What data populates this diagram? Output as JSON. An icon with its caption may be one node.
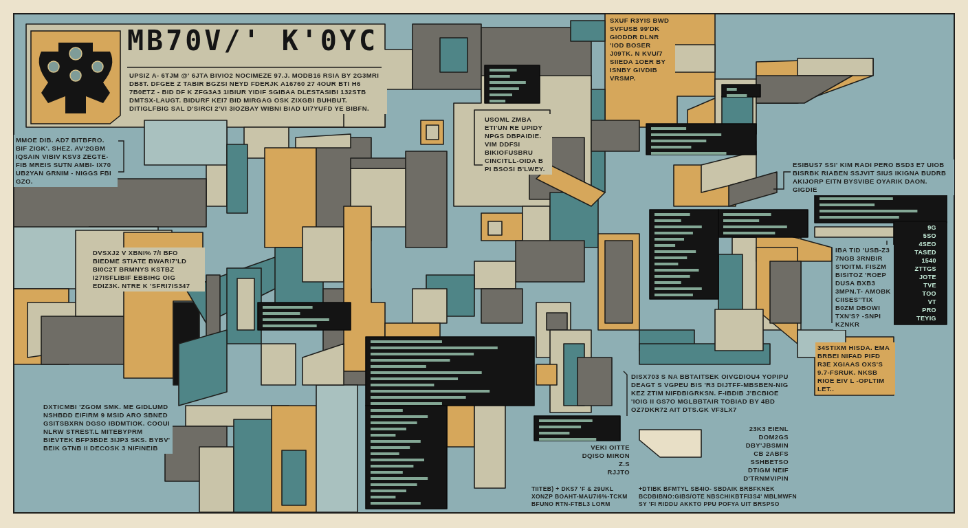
{
  "diagram": {
    "title": "MB70V/' K'0YC",
    "labels": [
      "UPSIZ A- 6TJM @' 6JTA BIVIO2 NOCIMEZE 97.J. MODB16 RSIA BY 2G3MRI DB8T. DFGEE Z TABIR BGZSI NEYD FDERJK A16760 27 4OUR BTI H6 7B0ETZ - BID DF K ZFG3A3 1IBIUR YIDIF SGIBAA DLESTASIBI 132STB DMTSX-LAUGT. BIDURF KEI7 BID MIRGAG OSK ZIXGBI BUHBUT. DITIGLFBIG SAL D'SIRCI 2'VI 3IOZBAY WIBNI BIAD UI7YUFD YE BIBFN.",
      "MMOE DIB. AD7 BITBFRO. BIF ZIGK'. SHEZ. AV'2GBM IQSAIN VIBIV KSV3 ZEGTE-FIB MREIS SUTN AMBI- IX70 UB2YAN GRNIM - NIGGS FBI GZO.",
      "DVSXJ2 V XBNI% 7/I BFO BIEDME STIATE BWARI7'LD BI0C2T BRMNYS KSTBZ I27ISFLIBIF EBBIHG OIG EDIZ3K. NTRE K 'SFRI7IS347",
      "DXTICMBI 'ZGOM SMK. ME GIDLUMD NSHBDD EIFIRM 9 MSID ARO SBNED GSITSBXRN DGSO IBDMTIOK. COOUI NLRW STREST.L MITEBYPRM BIEVTEK BFP3BDE 3IJP3 SKS. BYBV' BEIK GTNB II DECOSK 3 NIFINEIB",
      "USOML ZMBA ETI'UN RE UPIDY NPGS DBPAIDIE. VIM DDFSI BIKIOFUSBRU CINCITLL-OIDA B PI BSOSI B'LWEY.",
      "SXUF R3YIS BWD SVFUSB 99'DK GIODDR DLNR 'IOD BOSER J09TK. N KVU/7 SIIEDA 1OER BY ISNBY GIVDIB VRSMP.",
      "ESIBUS7 SSI' KIM RADI PERO BSD3 E7 UIOB BISRBK RIABEN SSJVIT SIUS IKIGNA BUDRB AKIJORP EITN BYSVIBE OYARIK DAON. GIGDIE",
      "IBA TID 'USB-Z3 7NGB 3RNBIR S'IOITM. FISZM BISITOZ 'ROEP DUSA BXB3 3MPN.T- AMOBK CIISES''TIX B0ZM DBOWI TXN'S? -SNPI KZNKR",
      "9G",
      "5SO",
      "4SEO",
      "TASED",
      "1540",
      "ZTTGS",
      "JOTE",
      "TVE",
      "TOO",
      "VT",
      "PRO",
      "TEYIG",
      "34STIXM HISDA. EMA BRBEI NIFAD PIFD R3E XGIAAS OXS'S 9.7-FSRUK. NKSB RIOE EIV L -OPLTIM LET..",
      "DISX703 S NA BBTAITSEK OIVGDIOU4 YOPIPU DEAGT S VGPEU BIS 'R3 DIJTFF-MBSBEN-NIG KEZ ZTIM NIFDBIGRKSN. F-IBDIB J'BCBIOE 'IOIG II GS7O MGLBBTAIR TOBIAD BY 4BD OZ7DKR72 AIT DTS.GK VF3LX7",
      "23K3 EIENL",
      "DOM2GS",
      "DBY'JBSMIN",
      "CB 2ABFS",
      "SSHBETSO",
      "DTIGM NEIF",
      "D'TRNMVIPIN",
      "VEKI OITTE",
      "DQISO MIRON",
      "Z.S",
      "RJJTO",
      "TIITEB) + DKS7 'F & 29UKL XONZP BOAHT-MAU7I6%-TCKM BFUNO RTN-FTBL3 LORM",
      "+DTIBK BFMTYL SB4IO- SBDAIK BRBFKNEK BCDBIBNO:GIBS/OTE NBSCHIKBTFI3S4' MBLMWFN SY 'FI RIDDU AKKTO PPU POFYA UIT BRSPSO"
    ]
  }
}
